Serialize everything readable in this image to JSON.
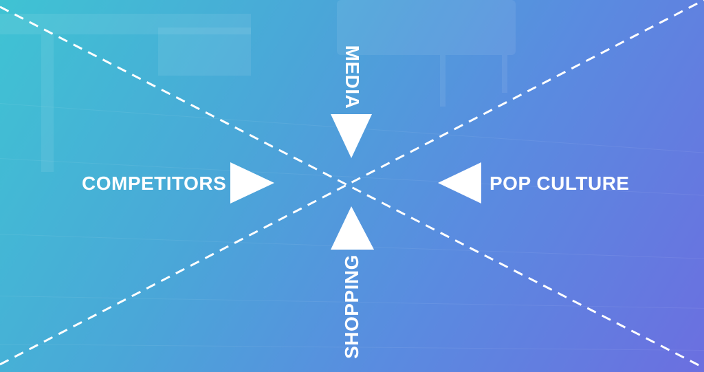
{
  "diagram": {
    "labels": {
      "top": "MEDIA",
      "left": "COMPETITORS",
      "right": "POP CULTURE",
      "bottom": "SHOPPING"
    },
    "colors": {
      "gradient_start": "#3fc3d3",
      "gradient_end": "#6b6fe0",
      "foreground": "#ffffff"
    },
    "arrow_icons": {
      "top": "triangle-down-icon",
      "left": "triangle-right-icon",
      "right": "triangle-left-icon",
      "bottom": "triangle-up-icon"
    }
  }
}
